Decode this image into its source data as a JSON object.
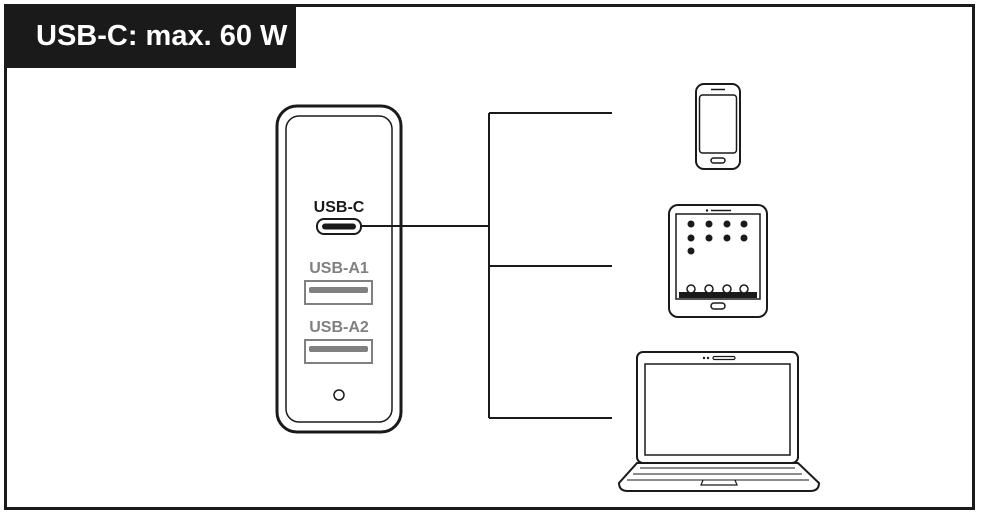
{
  "title": "USB-C: max. 60 W",
  "ports": [
    {
      "label": "USB-C",
      "active": true
    },
    {
      "label": "USB-A1",
      "active": false
    },
    {
      "label": "USB-A2",
      "active": false
    }
  ],
  "devices": [
    {
      "icon": "smartphone-icon"
    },
    {
      "icon": "tablet-icon"
    },
    {
      "icon": "laptop-icon"
    }
  ],
  "colors": {
    "line": "#1a1a1a",
    "inactive": "#808080",
    "title_bg": "#1a1a1a",
    "title_text": "#ffffff"
  }
}
